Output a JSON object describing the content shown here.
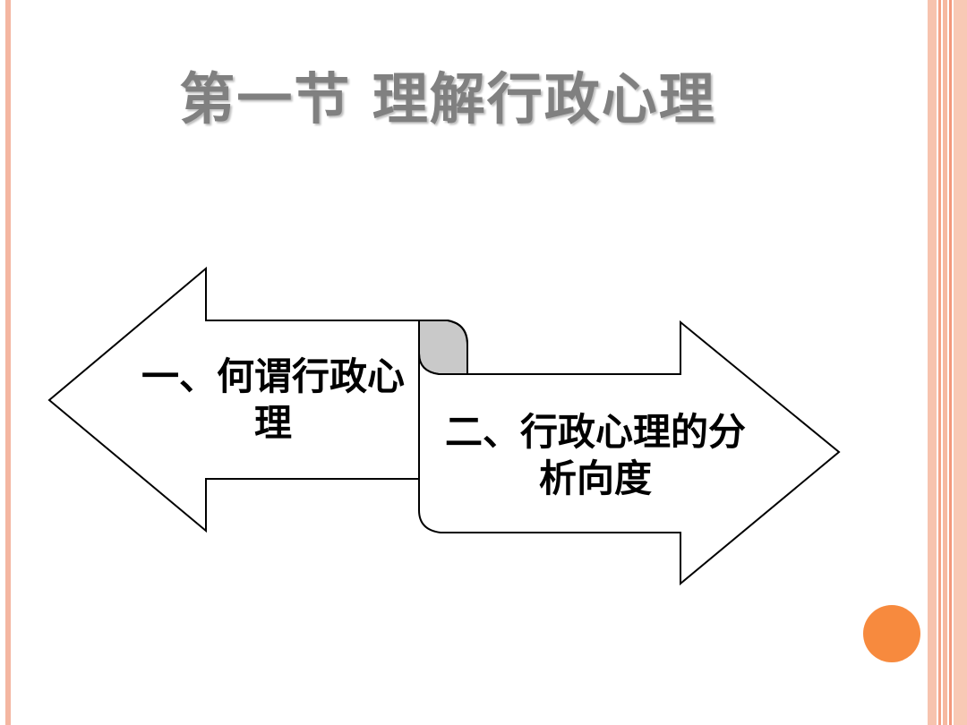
{
  "slide": {
    "title": "第一节 理解行政心理",
    "left_arrow_text": "一、何谓行政心理",
    "right_arrow_text": "二、行政心理的分析向度"
  },
  "colors": {
    "title": "#808080",
    "frame": "#f4b6a1",
    "bullet": "#f78a3e",
    "scroll_shade": "#c9c9c9"
  }
}
